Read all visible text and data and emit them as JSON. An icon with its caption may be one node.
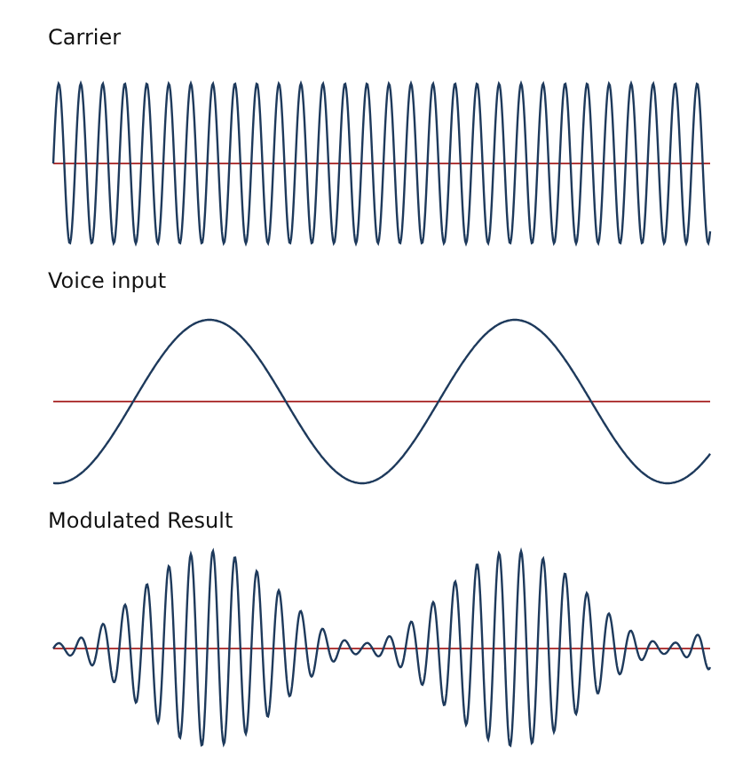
{
  "diagram": {
    "labels": [
      "Carrier",
      "Voice input",
      "Modulated Result"
    ]
  }
}
